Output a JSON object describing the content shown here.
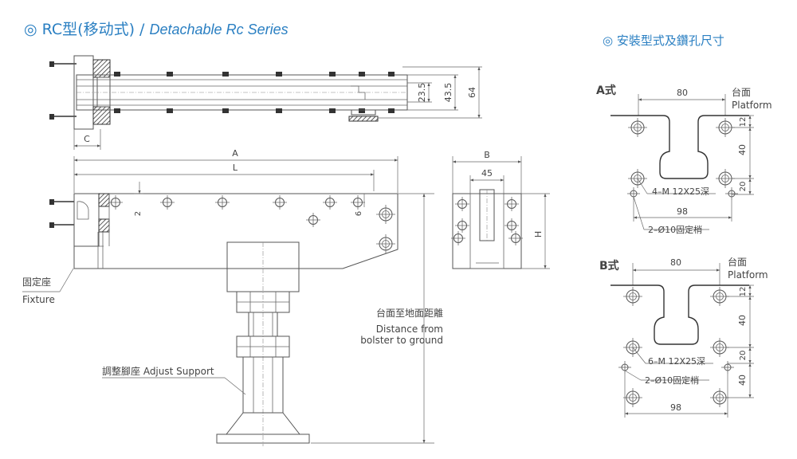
{
  "header": {
    "bullet": "◎",
    "title_cn": "RC型(移动式)",
    "separator": "/",
    "title_en": "Detachable Rc Series",
    "right_title": "安裝型式及鑽孔尺寸"
  },
  "side_view": {
    "dims": [
      "23.5",
      "43.5",
      "64"
    ],
    "label_c": "C"
  },
  "front_view": {
    "label_a": "A",
    "label_l": "L",
    "dim_2": "2",
    "dim_6": "6",
    "fixture_cn": "固定座",
    "fixture_en": "Fixture",
    "adjust_support": "調整腳座  Adjust Support",
    "distance_cn": "台面至地面距離",
    "distance_en_1": "Distance from",
    "distance_en_2": "bolster to ground"
  },
  "end_view": {
    "label_b": "B",
    "dim_45": "45",
    "label_h": "H"
  },
  "type_a": {
    "title": "A式",
    "width": "80",
    "platform_cn": "台面",
    "platform_en": "Platform",
    "dim_12": "12",
    "dim_40": "40",
    "dim_20": "20",
    "bolt_label": "4–M 12X25深",
    "span": "98",
    "pin_label": "2–Ø10固定梢"
  },
  "type_b": {
    "title": "B式",
    "width": "80",
    "platform_cn": "台面",
    "platform_en": "Platform",
    "dim_12": "12",
    "dim_40a": "40",
    "dim_20": "20",
    "dim_40b": "40",
    "bolt_label": "6–M 12X25深",
    "pin_label": "2–Ø10固定梢",
    "span": "98"
  }
}
